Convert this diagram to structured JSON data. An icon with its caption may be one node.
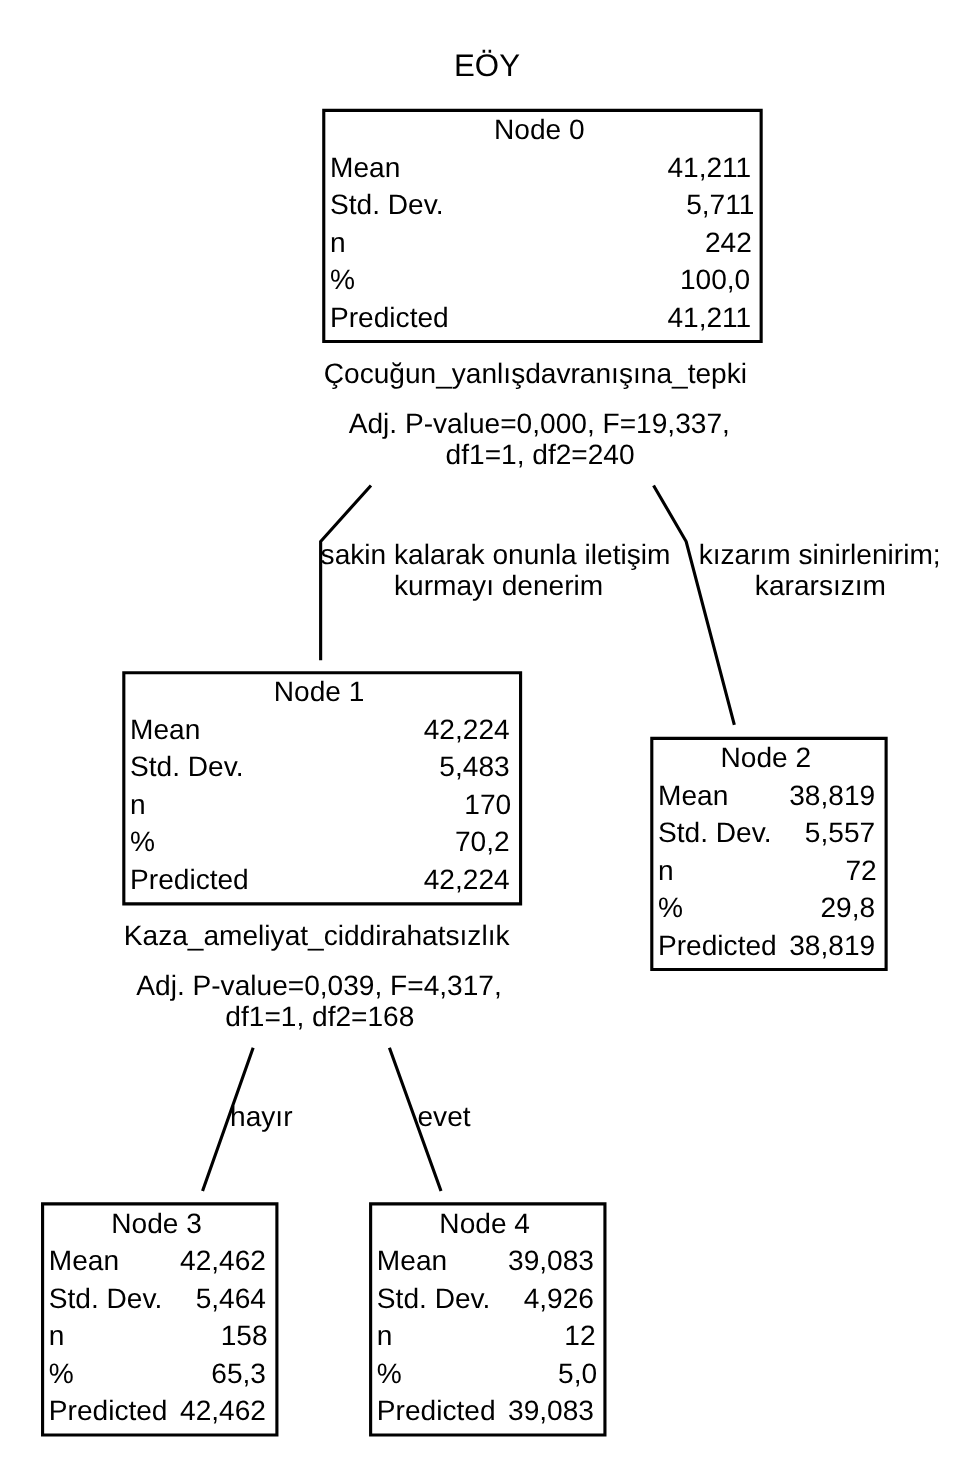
{
  "diagram": {
    "title": "EÖY",
    "nodes": [
      {
        "text": [
          "Node 0",
          "Mean",
          "41,211",
          "Std. Dev.",
          "5,711",
          "n",
          "242",
          "%",
          "100,0",
          "Predicted",
          "41,211"
        ],
        "beside": [
          "Çocuğun_yanlışdavranışına_tepki",
          "Adj. P-value=0,000, F=19,337, df1=1, df2=240"
        ]
      },
      {
        "text": [
          "Node 1",
          "Mean",
          "42,224",
          "Std. Dev.",
          "5,483",
          "n",
          "170",
          "%",
          "70,2",
          "Predicted",
          "42,224"
        ],
        "beside": [
          "Kaza_ameliyat_ciddirahatsızlık",
          "Adj. P-value=0,039, F=4,317, df1=1, df2=168"
        ]
      },
      {
        "text": [
          "Node 2",
          "Mean",
          "38,819",
          "Std. Dev.",
          "5,557",
          "n",
          "72",
          "%",
          "29,8",
          "Predicted",
          "38,819"
        ]
      },
      {
        "text": [
          "Node 3",
          "Mean",
          "42,462",
          "Std. Dev.",
          "5,464",
          "n",
          "158",
          "%",
          "65,3",
          "Predicted",
          "42,462"
        ]
      },
      {
        "text": [
          "Node 4",
          "Mean",
          "39,083",
          "Std. Dev.",
          "4,926",
          "n",
          "12",
          "%",
          "5,0",
          "Predicted",
          "39,083"
        ]
      }
    ],
    "edges": [
      {
        "from": 0,
        "to": 1,
        "arrow": "none",
        "label": "sakin kalarak onunla iletişim kurmayı denerim"
      },
      {
        "from": 0,
        "to": 2,
        "arrow": "none",
        "label": "kızarım sinirlenirim; kararsızım"
      },
      {
        "from": 1,
        "to": 3,
        "arrow": "none",
        "label": "hayır"
      },
      {
        "from": 1,
        "to": 4,
        "arrow": "none",
        "label": "evet"
      }
    ]
  }
}
